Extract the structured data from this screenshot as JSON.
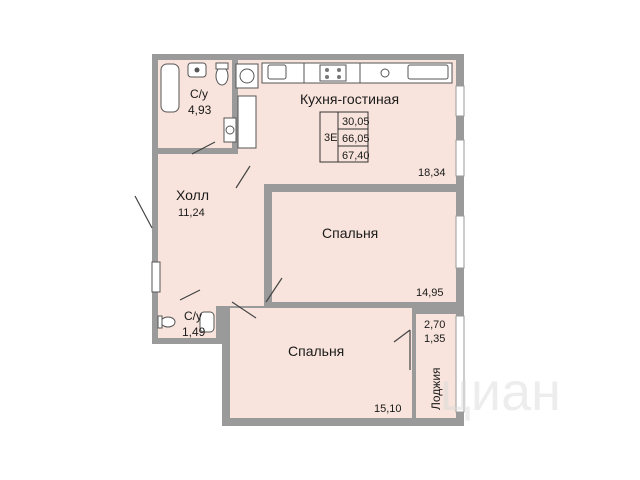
{
  "rooms": {
    "bathroom1": {
      "name": "С/у",
      "area": "4,93"
    },
    "kitchen": {
      "name": "Кухня-гостиная",
      "area": "18,34"
    },
    "hall": {
      "name": "Холл",
      "area": "11,24"
    },
    "bedroom1": {
      "name": "Спальня",
      "area": "14,95"
    },
    "bathroom2": {
      "name": "С/у",
      "area": "1,49"
    },
    "bedroom2": {
      "name": "Спальня",
      "area": "15,10"
    },
    "loggia": {
      "name": "Лоджия",
      "area": "2,70",
      "reduced_area": "1,35"
    }
  },
  "summary": {
    "code": "3Е",
    "living_area": "30,05",
    "total_area": "66,05",
    "total_with_loggia": "67,40"
  },
  "watermark": "циан",
  "colors": {
    "room_fill": "#f8e4dc",
    "wall": "#9a9a9a"
  }
}
